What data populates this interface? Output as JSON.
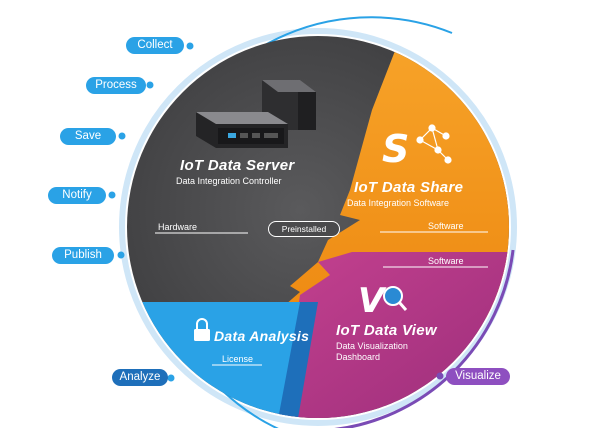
{
  "left_steps": [
    {
      "name": "collect",
      "label": "Collect"
    },
    {
      "name": "process",
      "label": "Process"
    },
    {
      "name": "save",
      "label": "Save"
    },
    {
      "name": "notify",
      "label": "Notify"
    },
    {
      "name": "publish",
      "label": "Publish"
    }
  ],
  "bottom_steps": {
    "analyze": "Analyze",
    "visualize": "Visualize"
  },
  "server": {
    "title": "IoT Data Server",
    "subtitle": "Data Integration Controller",
    "tag": "Hardware",
    "preinstalled": "Preinstalled"
  },
  "share": {
    "title": "IoT Data Share",
    "subtitle": "Data Integration Software",
    "tag": "Software"
  },
  "view": {
    "title": "IoT Data View",
    "subtitle_line1": "Data Visualization",
    "subtitle_line2": "Dashboard",
    "tag": "Software"
  },
  "analysis": {
    "title": "Data Analysis",
    "tag": "License"
  },
  "colors": {
    "server": "#4b4b4d",
    "share": "#f39a1f",
    "view": "#b93a8a",
    "analysis": "#2aa2e6",
    "ring_blue": "#2aa2e6",
    "ring_purple": "#7a4bb5"
  }
}
